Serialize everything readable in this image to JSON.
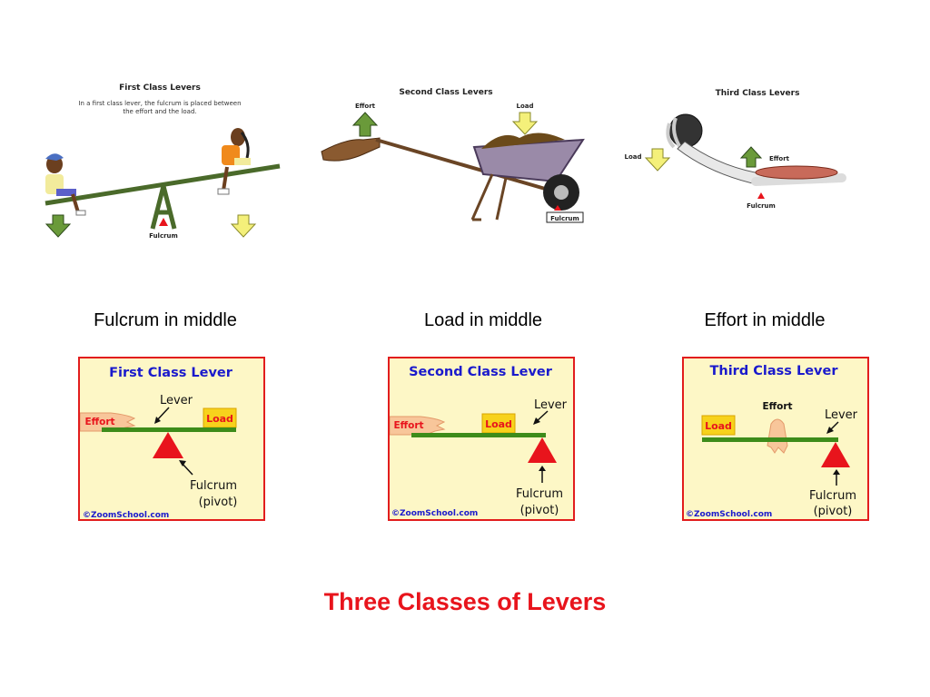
{
  "illustrations": [
    {
      "title": "First Class Levers",
      "description_line1": "In a first class lever, the fulcrum is placed between",
      "description_line2": "the effort and the load.",
      "fulcrum_label": "Fulcrum"
    },
    {
      "title": "Second Class Levers",
      "effort_label": "Effort",
      "load_label": "Load",
      "fulcrum_label": "Fulcrum"
    },
    {
      "title": "Third Class Levers",
      "load_label": "Load",
      "effort_label": "Effort",
      "fulcrum_label": "Fulcrum"
    }
  ],
  "captions": [
    "Fulcrum in middle",
    "Load in middle",
    "Effort in middle"
  ],
  "panels": [
    {
      "title": "First Class Lever",
      "lever_label": "Lever",
      "effort_label": "Effort",
      "load_label": "Load",
      "fulcrum_label": "Fulcrum",
      "pivot_label": "(pivot)",
      "credit": "©ZoomSchool.com"
    },
    {
      "title": "Second Class Lever",
      "lever_label": "Lever",
      "effort_label": "Effort",
      "load_label": "Load",
      "fulcrum_label": "Fulcrum",
      "pivot_label": "(pivot)",
      "credit": "©ZoomSchool.com"
    },
    {
      "title": "Third Class Lever",
      "lever_label": "Lever",
      "effort_label": "Effort",
      "load_label": "Load",
      "fulcrum_label": "Fulcrum",
      "pivot_label": "(pivot)",
      "credit": "©ZoomSchool.com"
    }
  ],
  "slide_title": "Three Classes of Levers",
  "colors": {
    "accent_red": "#e8141c",
    "panel_bg": "#fdf7c6",
    "lever_green": "#3d8c1a",
    "title_blue": "#1a1acc",
    "load_yellow": "#f7d21c"
  }
}
